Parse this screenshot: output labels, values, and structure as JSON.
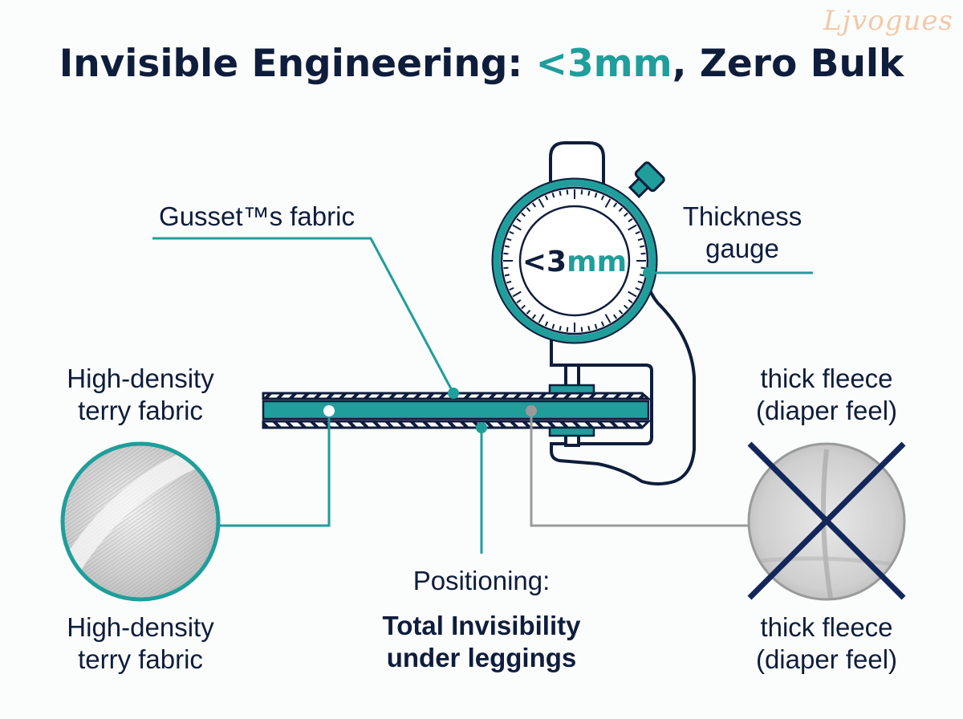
{
  "header": {
    "title_prefix": "Invisible Engineering: ",
    "title_accent": "<3mm",
    "title_suffix": ", Zero Bulk",
    "logo_text": "Ljvogues"
  },
  "gauge": {
    "readout_prefix": "<3",
    "readout_unit": "mm"
  },
  "labels": {
    "gusset": "Gusset™s fabric",
    "thickness_gauge_line1": "Thickness",
    "thickness_gauge_line2": "gauge",
    "terry_top_line1": "High-density",
    "terry_top_line2": "terry fabric",
    "terry_bottom_line1": "High-density",
    "terry_bottom_line2": "terry fabric",
    "fleece_top_line1": "thick fleece",
    "fleece_top_line2": "(diaper feel)",
    "fleece_bottom_line1": "thick fleece",
    "fleece_bottom_line2": "(diaper feel)",
    "positioning_line1": "Positioning:",
    "positioning_bold_line1": "Total Invisibility",
    "positioning_bold_line2": "under leggings"
  },
  "colors": {
    "navy": "#0f1d3c",
    "teal": "#1f9e9b",
    "gray": "#9a9a9a",
    "logo": "#f2c9a8",
    "background": "#fbfcfc"
  }
}
